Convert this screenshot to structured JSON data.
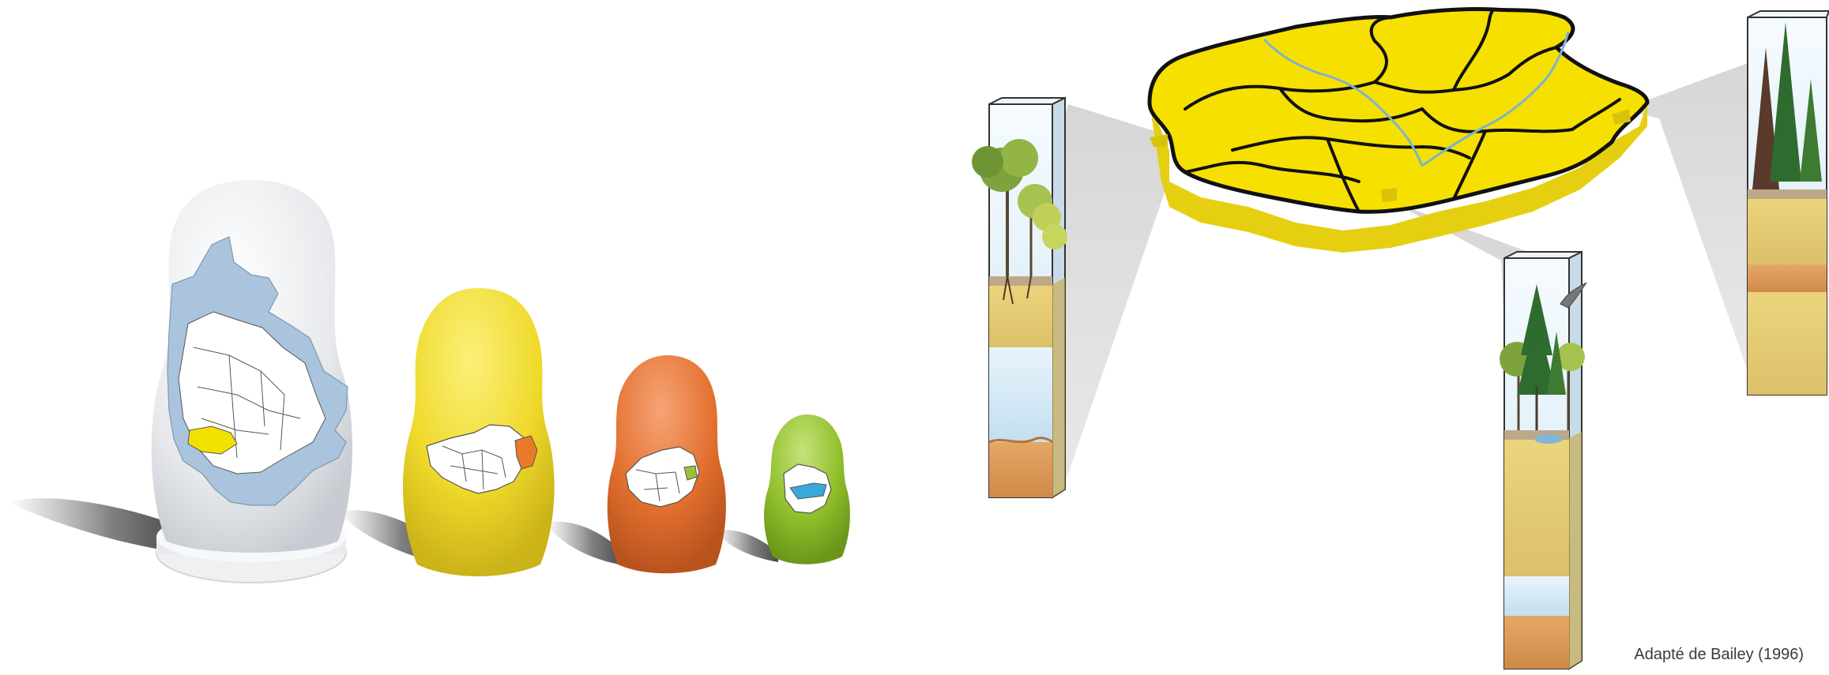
{
  "figure": {
    "credit": "Adapté de Bailey (1996)"
  },
  "dolls": [
    {
      "name": "largest-doll",
      "color": "#e9ebee",
      "map_fill": "#a9c4dc",
      "accent": "#f2e000"
    },
    {
      "name": "yellow-doll",
      "color": "#f0dc2a",
      "map_fill": "#ffffff",
      "accent": "#e87a2a"
    },
    {
      "name": "orange-doll",
      "color": "#e2702e",
      "map_fill": "#ffffff",
      "accent": "#9bc23a"
    },
    {
      "name": "green-doll",
      "color": "#8fbe2a",
      "map_fill": "#ffffff",
      "accent": "#3aa8d8"
    }
  ],
  "ecoregion_map": {
    "fill": "#f6e000",
    "edge": "#111111",
    "river": "#7fb2cc"
  },
  "soil_columns": [
    {
      "name": "left-column",
      "vegetation": "deciduous-trees"
    },
    {
      "name": "middle-column",
      "vegetation": "mixed-forest"
    },
    {
      "name": "right-column",
      "vegetation": "conifers"
    }
  ]
}
